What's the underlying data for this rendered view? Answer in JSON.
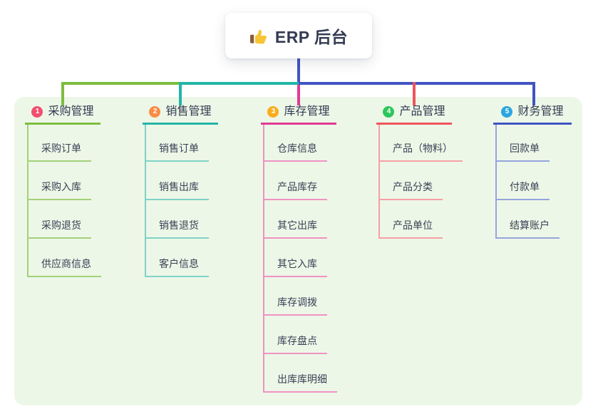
{
  "root": {
    "title": "ERP 后台",
    "icon": "thumbs-up-icon"
  },
  "panel_bg": "#edf7e7",
  "connector_root_color": "#4154c1",
  "text_color": "#333b52",
  "branches": [
    {
      "num": "1",
      "label": "采购管理",
      "badge_color": "#f0506e",
      "line_color": "#7cbd3f",
      "light_color": "#a4d178",
      "children": [
        "采购订单",
        "采购入库",
        "采购退货",
        "供应商信息"
      ]
    },
    {
      "num": "2",
      "label": "销售管理",
      "badge_color": "#fb8c44",
      "line_color": "#22b5a6",
      "light_color": "#7fd2c7",
      "children": [
        "销售订单",
        "销售出库",
        "销售退货",
        "客户信息"
      ]
    },
    {
      "num": "3",
      "label": "库存管理",
      "badge_color": "#f9ad1d",
      "line_color": "#e03a96",
      "light_color": "#ef93c3",
      "children": [
        "仓库信息",
        "产品库存",
        "其它出库",
        "其它入库",
        "库存调拨",
        "库存盘点",
        "出库库明细"
      ]
    },
    {
      "num": "4",
      "label": "产品管理",
      "badge_color": "#2ec55d",
      "line_color": "#f0545c",
      "light_color": "#f5a0a4",
      "children": [
        "产品（物料）",
        "产品分类",
        "产品单位"
      ]
    },
    {
      "num": "5",
      "label": "财务管理",
      "badge_color": "#2aa7e0",
      "line_color": "#4154c1",
      "light_color": "#95a5de",
      "children": [
        "回款单",
        "付款单",
        "结算账户"
      ]
    }
  ]
}
